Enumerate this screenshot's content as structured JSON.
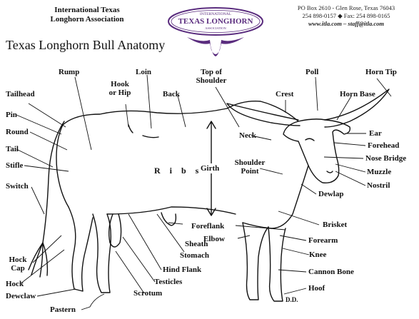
{
  "header": {
    "org_line1": "International Texas",
    "org_line2": "Longhorn Association",
    "title": "Texas Longhorn Bull Anatomy",
    "logo_top": "INTERNATIONAL",
    "logo_main": "TEXAS LONGHORN",
    "logo_sub": "ASSOCIATION",
    "contact_line1": "PO Box 2610  -  Glen Rose, Texas 76043",
    "contact_line2": "254 898-0157  ◆  Fax: 254 898-0165",
    "contact_line3": "www.itla.com – staff@itla.com"
  },
  "colors": {
    "logo_purple": "#5a2c7e",
    "ink": "#111111"
  },
  "labels": {
    "rump": "Rump",
    "hook_or_hip": "Hook\nor Hip",
    "loin": "Loin",
    "top_of_shoulder": "Top of\nShoulder",
    "poll": "Poll",
    "horn_tip": "Horn Tip",
    "tailhead": "Tailhead",
    "back": "Back",
    "crest": "Crest",
    "horn_base": "Horn Base",
    "pin": "Pin",
    "round": "Round",
    "neck": "Neck",
    "ear": "Ear",
    "forehead": "Forehead",
    "tail": "Tail",
    "nose_bridge": "Nose Bridge",
    "stifle": "Stifle",
    "ribs": "R i b s",
    "girth": "Girth",
    "shoulder_point": "Shoulder\nPoint",
    "muzzle": "Muzzle",
    "nostril": "Nostril",
    "switch": "Switch",
    "dewlap": "Dewlap",
    "brisket": "Brisket",
    "foreflank": "Foreflank",
    "elbow": "Elbow",
    "sheath": "Sheath",
    "forearm": "Forearm",
    "stomach": "Stomach",
    "hock_cap": "Hock\nCap",
    "knee": "Knee",
    "hind_flank": "Hind Flank",
    "cannon_bone": "Cannon Bone",
    "testicles": "Testicles",
    "hock": "Hock",
    "hoof": "Hoof",
    "scrotum": "Scrotum",
    "dewclaw": "Dewclaw",
    "pastern": "Pastern",
    "artist": "D.D."
  }
}
